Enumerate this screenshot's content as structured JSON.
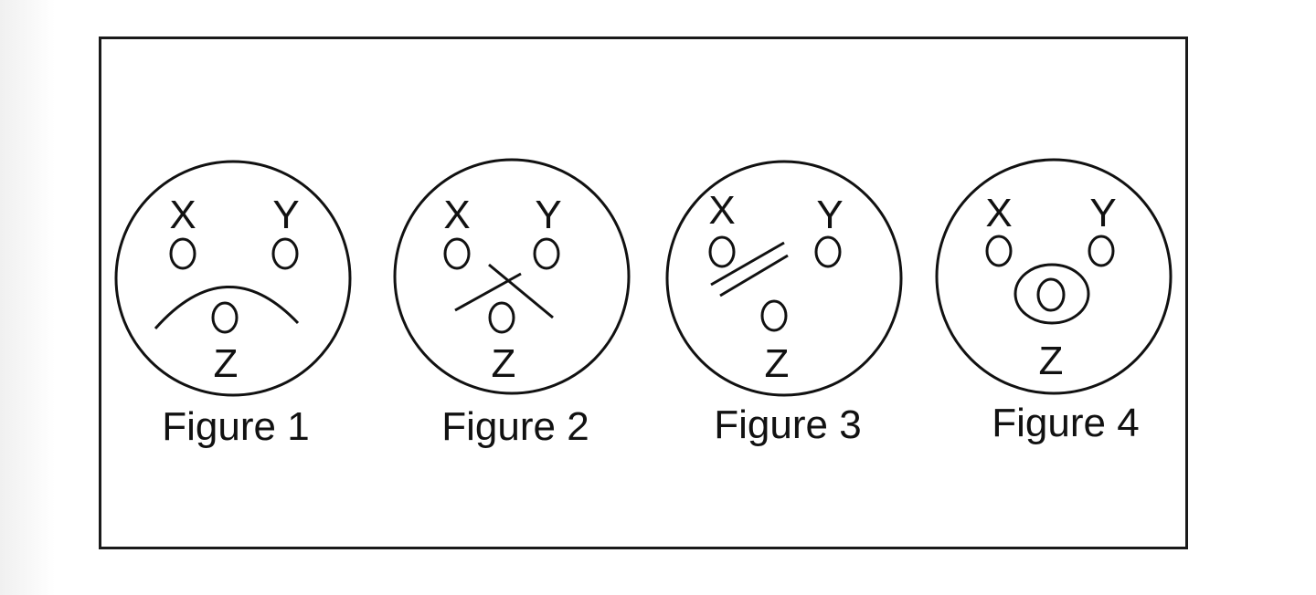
{
  "figures": [
    {
      "caption": "Figure 1",
      "labels": {
        "left": "X",
        "right": "Y",
        "bottom": "Z"
      },
      "mark": "frown-arc"
    },
    {
      "caption": "Figure 2",
      "labels": {
        "left": "X",
        "right": "Y",
        "bottom": "Z"
      },
      "mark": "cross"
    },
    {
      "caption": "Figure 3",
      "labels": {
        "left": "X",
        "right": "Y",
        "bottom": "Z"
      },
      "mark": "double-slash"
    },
    {
      "caption": "Figure 4",
      "labels": {
        "left": "X",
        "right": "Y",
        "bottom": "Z"
      },
      "mark": "ring"
    }
  ],
  "colors": {
    "ink": "#111111",
    "background": "#ffffff"
  }
}
